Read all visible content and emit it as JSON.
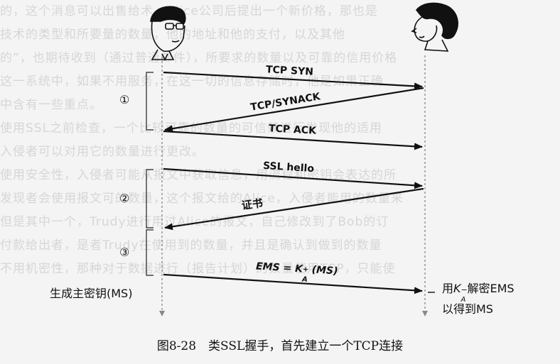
{
  "background_text_lines": [
    "的，这个消息可以出售给术，Alice公司后提出一个新价格，那也是",
    "技术的类型和所要量的数量，他的地址和他的支付，以及其他",
    "的”，也期待收到（通过普通邮件），所要求的数量以及可靠的信用价格",
    "这一系统中，如果不用服务，在这一切的信息存储时，他是如果正确",
    "中含有一些重点。",
    "使用SSL之前检查，一个比较可靠的数量的可信赖进行发现他的适用",
    "入侵者可以对用它的数量进行更改。",
    "使用安全性，入侵者可能从报文中获取信息，用流程和密钥会表达的所",
    "发现者会使用报文可的数量，这个报文给的Alice，入侵者能用的数量来",
    "但是其中一个，Trudy进行用过Alice的报文，自己修改到了Bob的订",
    "付款给出者，是者Trudy在使用到的数量，并且是确认到做到的数量",
    "不用机密性，那种对于数据进行（报告计划）的数量使用TCP，只能使"
  ],
  "arrows": {
    "tcp_syn": "TCP SYN",
    "tcp_synack": "TCP/SYNACK",
    "tcp_ack": "TCP ACK",
    "ssl_hello": "SSL hello",
    "certificate": "证书",
    "ems_prefix": "EMS = K",
    "ems_sub": "A",
    "ems_sup": "+",
    "ems_suffix": " (MS)"
  },
  "phases": [
    "①",
    "②",
    "③"
  ],
  "left_note": "生成主密钥(MS)",
  "right_note": {
    "line1_prefix": "用",
    "line1_k": "K",
    "line1_sub": "A",
    "line1_sup": "−",
    "line1_suffix": "解密EMS",
    "line2": "以得到MS"
  },
  "caption": "图8-28　类SSL握手，首先建立一个TCP连接"
}
